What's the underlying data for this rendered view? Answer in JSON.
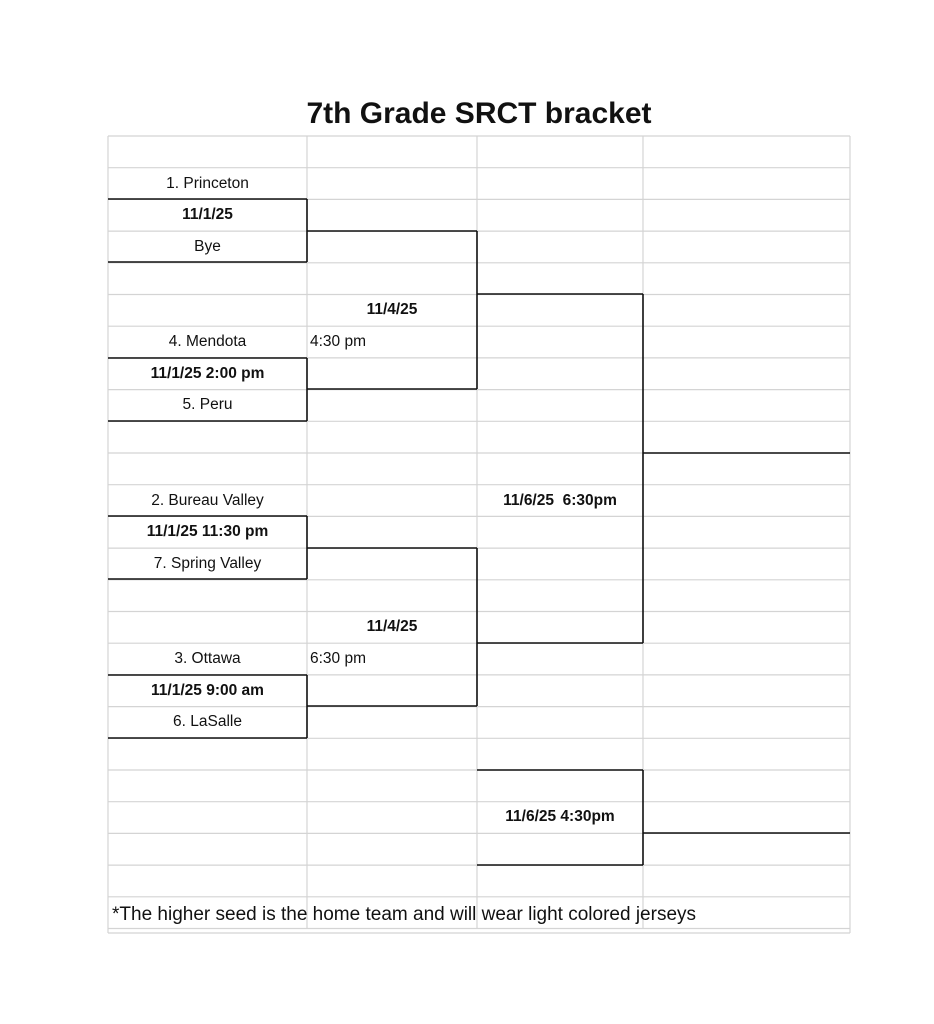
{
  "title": "7th Grade SRCT bracket",
  "round1": {
    "g1_top": "1. Princeton",
    "g1_date": "11/1/25",
    "g1_bottom": "Bye",
    "g2_top": "4. Mendota",
    "g2_date": "11/1/25 2:00 pm",
    "g2_bottom": "5. Peru",
    "g3_top": "2. Bureau Valley",
    "g3_date": "11/1/25 11:30 pm",
    "g3_bottom": "7. Spring Valley",
    "g4_top": "3. Ottawa",
    "g4_date": "11/1/25 9:00 am",
    "g4_bottom": "6. LaSalle"
  },
  "round2": {
    "s1_date": "11/4/25",
    "s1_time": "4:30 pm",
    "s2_date": "11/4/25",
    "s2_time": "6:30 pm"
  },
  "finals": {
    "championship": "11/6/25  6:30pm",
    "consolation": "11/6/25 4:30pm"
  },
  "footnote": "*The higher seed is the home team and will wear light colored jerseys",
  "colors": {
    "grid": "#d4d4d4",
    "bracket": "#111111"
  }
}
